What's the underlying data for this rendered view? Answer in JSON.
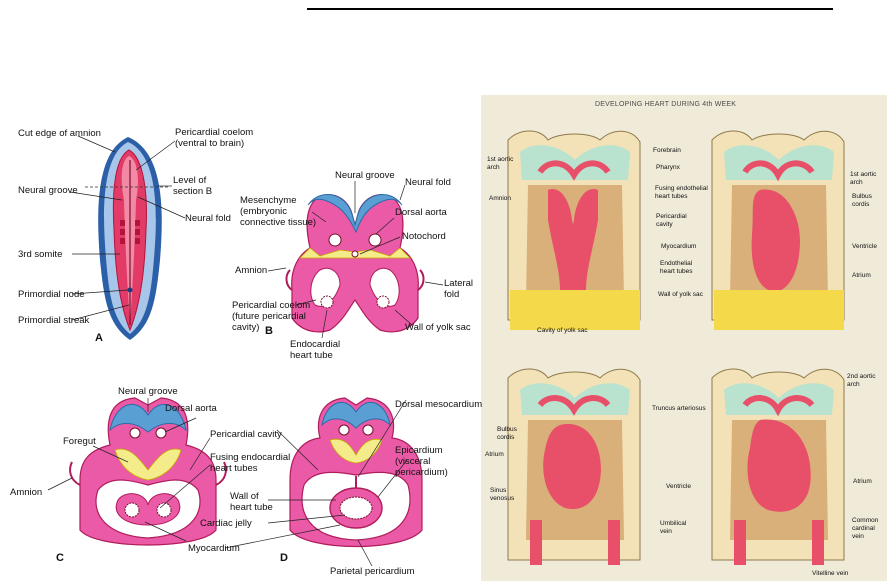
{
  "colors": {
    "ectoderm_blue": "#6aa9d8",
    "mesoderm_pink": "#e861ab",
    "endoderm_yellow": "#f4e67a",
    "outline_red": "#c72b4f",
    "panel_bg": "#f0ead8"
  },
  "left_figure": {
    "panel_a": {
      "letter": "A",
      "labels": {
        "cut_edge_amnion": "Cut edge of amnion",
        "pericardial_coelom": "Pericardial coelom",
        "ventral_to_brain": "(ventral to brain)",
        "level_of": "Level of",
        "section_b": "section B",
        "neural_groove": "Neural groove",
        "neural_fold": "Neural fold",
        "third_somite": "3rd somite",
        "primordial_node": "Primordial node",
        "primordial_streak": "Primordial streak"
      }
    },
    "panel_b": {
      "letter": "B",
      "labels": {
        "neural_groove": "Neural groove",
        "neural_fold": "Neural fold",
        "mesenchyme": "Mesenchyme",
        "embryonic": "(embryonic",
        "connective": "connective tissue)",
        "dorsal_aorta": "Dorsal aorta",
        "notochord": "Notochord",
        "amnion": "Amnion",
        "lateral": "Lateral",
        "fold": "fold",
        "pericardial_coelom": "Pericardial coelom",
        "future_pericardial": "(future pericardial",
        "cavity": "cavity)",
        "wall_yolk_sac": "Wall of yolk sac",
        "endocardial": "Endocardial",
        "heart_tube": "heart tube"
      }
    },
    "panel_c": {
      "letter": "C",
      "labels": {
        "neural_groove": "Neural groove",
        "dorsal_aorta": "Dorsal aorta",
        "foregut": "Foregut",
        "pericardial_cavity": "Pericardial cavity",
        "fusing_endocardial": "Fusing endocardial",
        "heart_tubes": "heart tubes",
        "amnion": "Amnion"
      }
    },
    "panel_d": {
      "letter": "D",
      "labels": {
        "dorsal_mesocardium": "Dorsal mesocardium",
        "epicardium": "Epicardium",
        "visceral": "(visceral",
        "pericardium": "pericardium)",
        "wall_of": "Wall of",
        "heart_tube": "heart tube",
        "cardiac_jelly": "Cardiac jelly",
        "myocardium": "Myocardium",
        "parietal_pericardium": "Parietal pericardium"
      }
    }
  },
  "right_figure": {
    "title": "DEVELOPING HEART DURING 4th WEEK",
    "labels": {
      "forebrain": "Forebrain",
      "first_aortic_arch_l": "1st aortic",
      "first_aortic_arch_l2": "arch",
      "pharynx": "Pharynx",
      "first_aortic_arch_r": "1st aortic",
      "first_aortic_arch_r2": "arch",
      "amnion": "Amnion",
      "fusing_endothelial": "Fusing endothelial",
      "heart_tubes": "heart tubes",
      "bulbus_cordis_1": "Bulbus",
      "bulbus_cordis_2": "cordis",
      "pericardial": "Pericardial",
      "cavity": "cavity",
      "myocardium": "Myocardium",
      "ventricle": "Ventricle",
      "endothelial": "Endothelial",
      "heart_tubes2": "heart tubes",
      "atrium": "Atrium",
      "wall_yolk_sac": "Wall of yolk sac",
      "cavity_yolk_sac": "Cavity of yolk sac",
      "second_aortic": "2nd aortic",
      "second_arch": "arch",
      "truncus_arteriosus": "Truncus arteriosus",
      "bulbus_l1": "Bulbus",
      "bulbus_l2": "cordis",
      "atrium_l": "Atrium",
      "ventricle_c": "Ventricle",
      "atrium_r": "Atrium",
      "sinus": "Sinus",
      "venosus": "venosus",
      "umbilical": "Umbilical",
      "vein": "vein",
      "common": "Common",
      "cardinal": "cardinal",
      "vein2": "vein",
      "vitelline_vein": "Vitelline vein"
    }
  }
}
